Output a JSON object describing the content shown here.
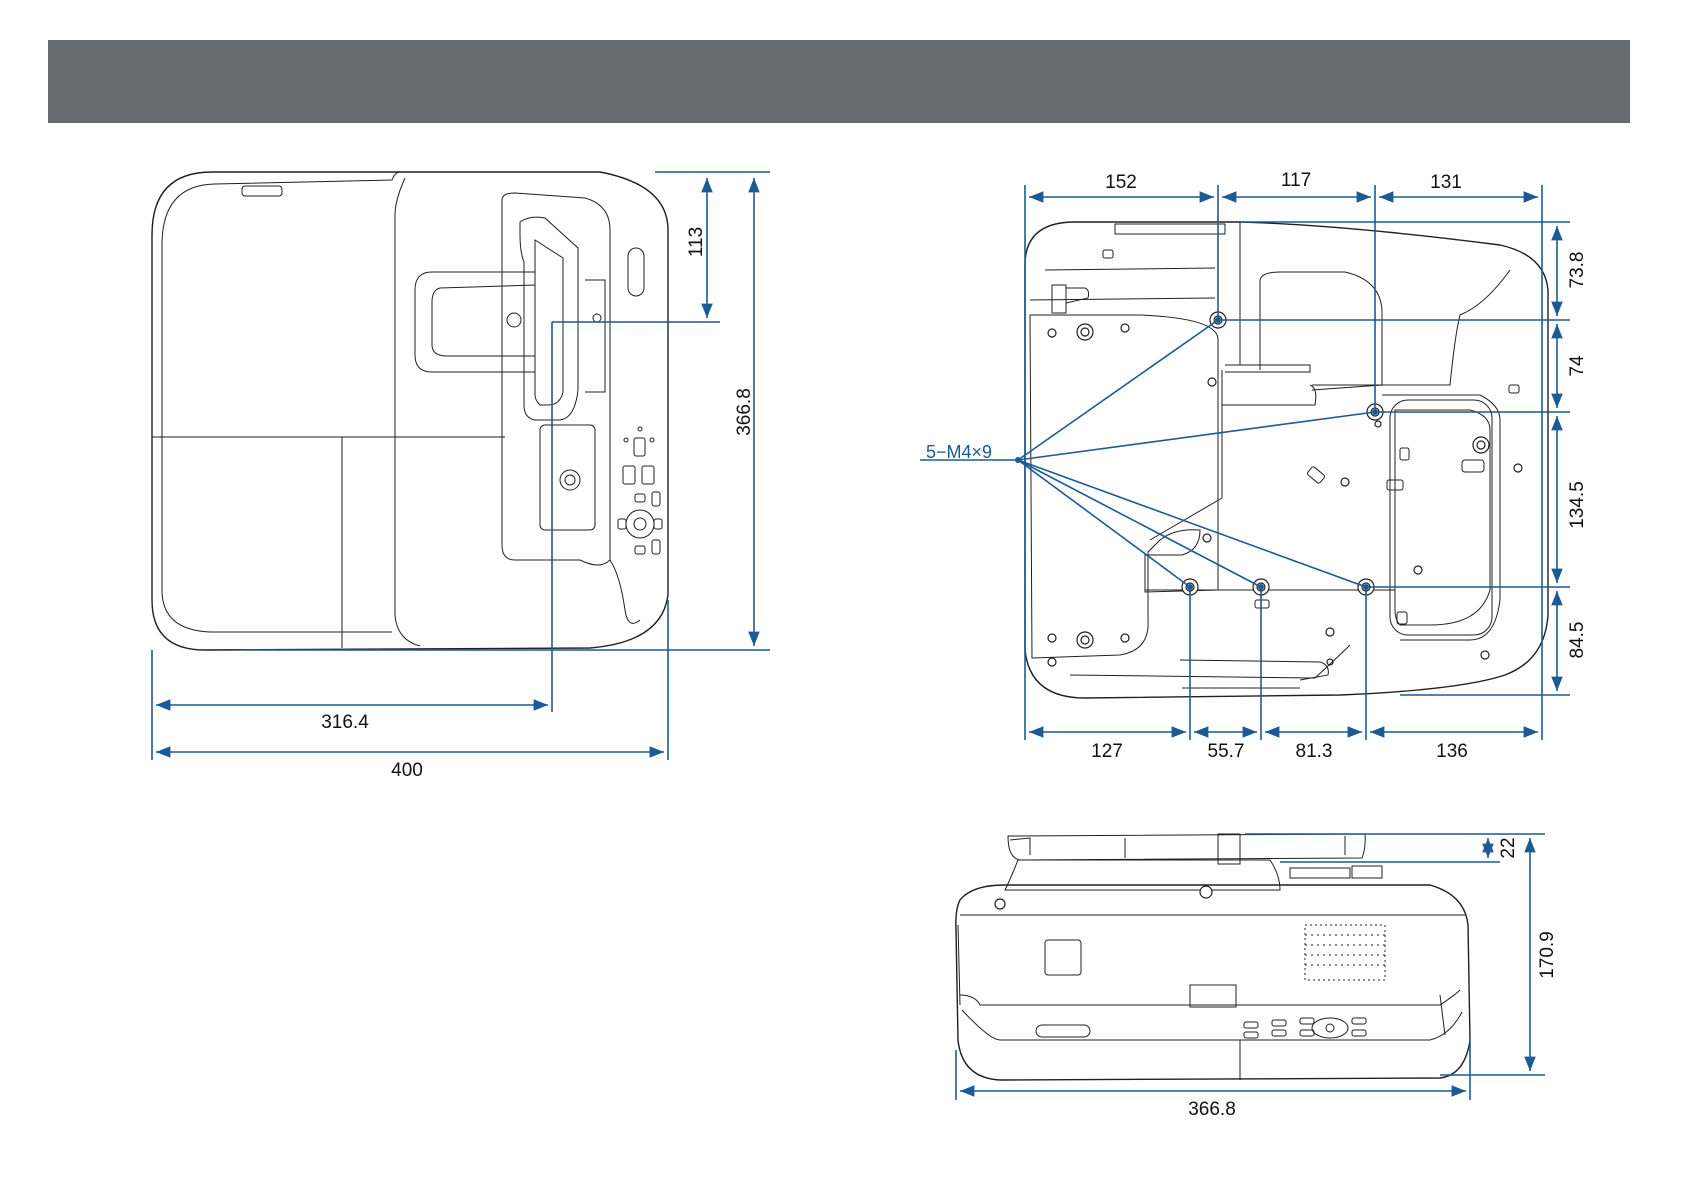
{
  "header": {
    "title": ""
  },
  "top_view": {
    "dims": {
      "depth_to_lens": "113",
      "depth_total": "366.8",
      "width_to_lens": "316.4",
      "width_total": "400"
    }
  },
  "bottom_view": {
    "callout": "5−M4×9",
    "dims": {
      "top_a": "152",
      "top_b": "117",
      "top_c": "131",
      "right_a": "73.8",
      "right_b": "74",
      "right_c": "134.5",
      "right_d": "84.5",
      "bottom_a": "127",
      "bottom_b": "55.7",
      "bottom_c": "81.3",
      "bottom_d": "136"
    }
  },
  "front_view": {
    "dims": {
      "foot_height": "22",
      "height_total": "170.9",
      "width_total": "366.8"
    }
  },
  "colors": {
    "header": "#676b72",
    "dimension": "#1c5a96",
    "line": "#231f20"
  }
}
